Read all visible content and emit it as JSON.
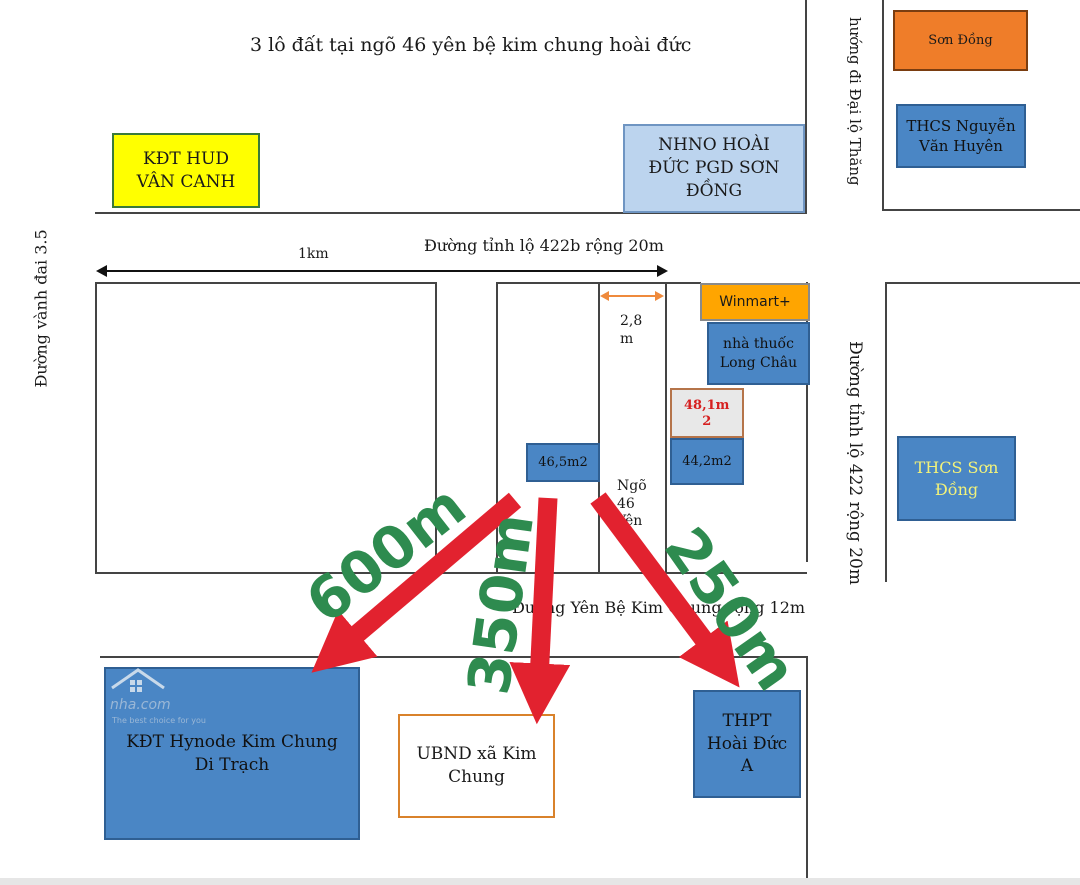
{
  "map": {
    "title": "3 lô đất tại ngõ 46 yên bệ kim chung hoài đức",
    "roads": {
      "ring_road": "Đường vành đai 3.5",
      "provincial_422b": "Đường tỉnh lộ 422b rộng 20m",
      "provincial_422": "Đường tỉnh lộ 422 rộng 20m",
      "yen_be": "Đường Yên Bệ Kim Chung rộng 12m",
      "to_thang_long": "hướng đi Đại lộ Thăng"
    },
    "distance_1km": "1km",
    "alley_width": "2,8\nm",
    "alley_name": "Ngõ\n46\nYên",
    "lots": [
      "46,5m2",
      "44,2m2",
      "48,1m\n2"
    ],
    "landmarks": {
      "hud": "KĐT HUD\nVÂN CANH",
      "nhno": "NHNO HOÀI\nĐỨC PGD SƠN\nĐỒNG",
      "son_dong_orange": "Sơn Đồng",
      "thcs_nguyen": "THCS Nguyễn\nVăn Huyên",
      "winmart": "Winmart+",
      "long_chau": "nhà thuốc\nLong Châu",
      "thcs_son_dong": "THCS Sơn\nĐồng",
      "hynode": "KĐT Hynode Kim Chung\nDi Trạch",
      "ubnd": "UBND xã Kim\nChung",
      "thpt": "THPT\nHoài Đức\nA"
    },
    "distances": [
      "600m",
      "350m",
      "250m"
    ],
    "colors": {
      "arrow": "#e2222f",
      "distance_text": "#2e8b4f",
      "blue_box": "#4a86c5",
      "hud_yellow": "#ffff00",
      "winmart_orange": "#ffa500",
      "orange_box": "#ef7d29",
      "lot_highlight": "#d62020"
    }
  },
  "watermark": {
    "name": "nha.com",
    "tagline": "The best choice for you"
  }
}
